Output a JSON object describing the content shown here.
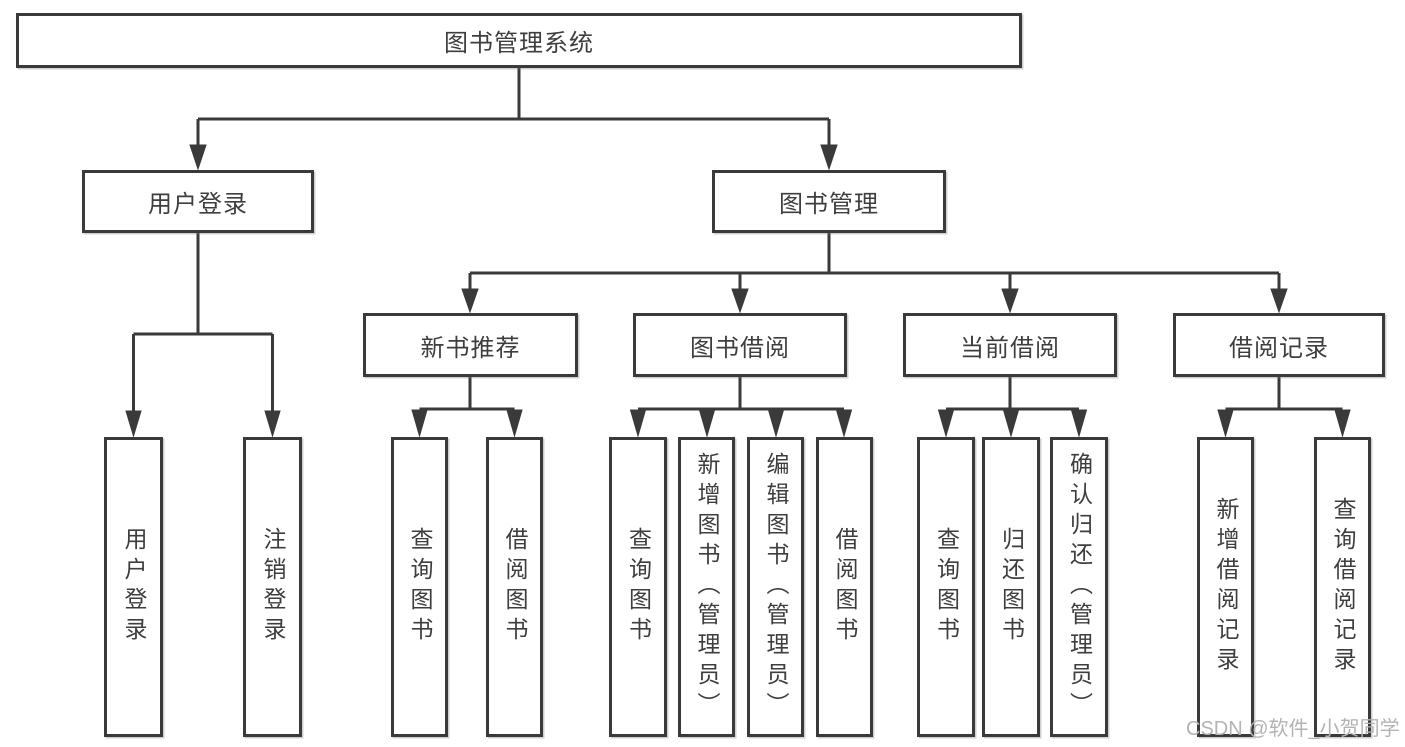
{
  "colors": {
    "line": "#3a3a3a",
    "text": "#3e3e3e",
    "box_bg": "#ffffff",
    "background": "#ffffff",
    "watermark": "#b3b3b5"
  },
  "watermark": "CSDN @软件_小贺同学",
  "tree": {
    "root": {
      "label": "图书管理系统",
      "children": [
        {
          "label": "用户登录",
          "children": [
            {
              "label": "用户登录"
            },
            {
              "label": "注销登录"
            }
          ]
        },
        {
          "label": "图书管理",
          "children": [
            {
              "label": "新书推荐",
              "children": [
                {
                  "label": "查询图书"
                },
                {
                  "label": "借阅图书"
                }
              ]
            },
            {
              "label": "图书借阅",
              "children": [
                {
                  "label": "查询图书"
                },
                {
                  "label": "新增图书（管理员）"
                },
                {
                  "label": "编辑图书（管理员）"
                },
                {
                  "label": "借阅图书"
                }
              ]
            },
            {
              "label": "当前借阅",
              "children": [
                {
                  "label": "查询图书"
                },
                {
                  "label": "归还图书"
                },
                {
                  "label": "确认归还（管理员）"
                }
              ]
            },
            {
              "label": "借阅记录",
              "children": [
                {
                  "label": "新增借阅记录"
                },
                {
                  "label": "查询借阅记录"
                }
              ]
            }
          ]
        }
      ]
    }
  }
}
